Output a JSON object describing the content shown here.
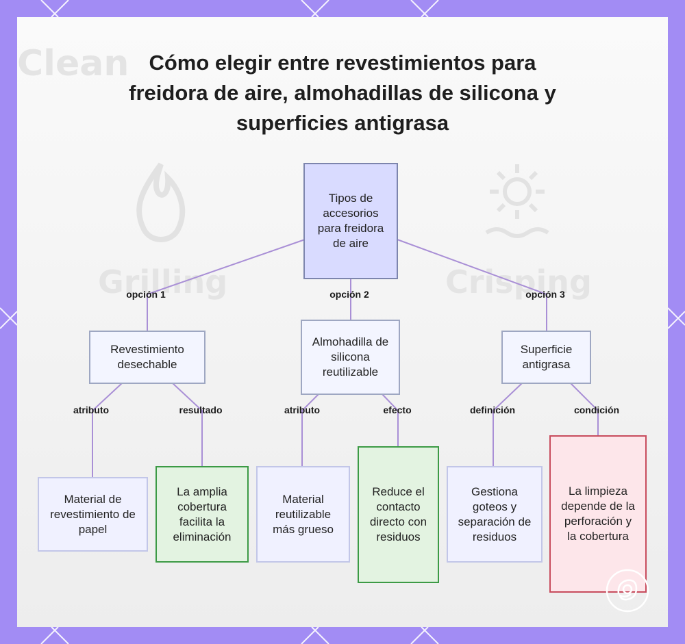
{
  "title": "Cómo elegir entre revestimientos para freidora de aire, almohadillas de silicona y superficies antigrasa",
  "background": {
    "watermarks": [
      "Clean",
      "Grilling",
      "Crisping"
    ]
  },
  "colors": {
    "frame": "#a28cf4",
    "root_fill": "#d9dbff",
    "node_fill": "#f3f5ff",
    "green_border": "#3c9a45",
    "red_border": "#c84c5d",
    "connector": "#a98fd6"
  },
  "diagram": {
    "root": "Tipos de accesorios para freidora de aire",
    "options": [
      {
        "edge": "opción 1",
        "node": "Revestimiento desechable",
        "children": [
          {
            "edge": "atributo",
            "node": "Material de revestimiento de papel"
          },
          {
            "edge": "resultado",
            "node": "La amplia cobertura facilita la eliminación"
          }
        ]
      },
      {
        "edge": "opción 2",
        "node": "Almohadilla de silicona reutilizable",
        "children": [
          {
            "edge": "atributo",
            "node": "Material reutilizable más grueso"
          },
          {
            "edge": "efecto",
            "node": "Reduce el contacto directo con residuos"
          }
        ]
      },
      {
        "edge": "opción 3",
        "node": "Superficie antigrasa",
        "children": [
          {
            "edge": "definición",
            "node": "Gestiona goteos y separación de residuos"
          },
          {
            "edge": "condición",
            "node": "La limpieza depende de la perforación y la cobertura"
          }
        ]
      }
    ]
  }
}
